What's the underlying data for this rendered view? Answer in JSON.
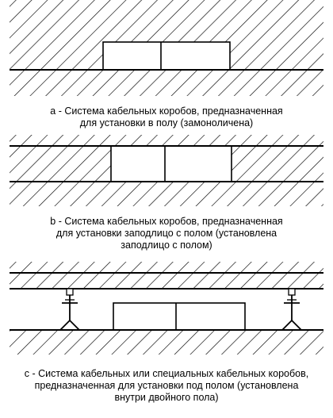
{
  "captions": {
    "a": [
      "а - Система кабельных коробов, предназначенная",
      "для установки в полу (замоноличена)"
    ],
    "b": [
      "b - Система кабельных коробов, предназначенная",
      "для установки заподлицо с полом (установлена",
      "заподлицо с полом)"
    ],
    "c": [
      "c - Система кабельных или специальных кабельных коробов,",
      "предназначенная для установки под полом (установлена",
      "внутри двойного пола)"
    ]
  }
}
